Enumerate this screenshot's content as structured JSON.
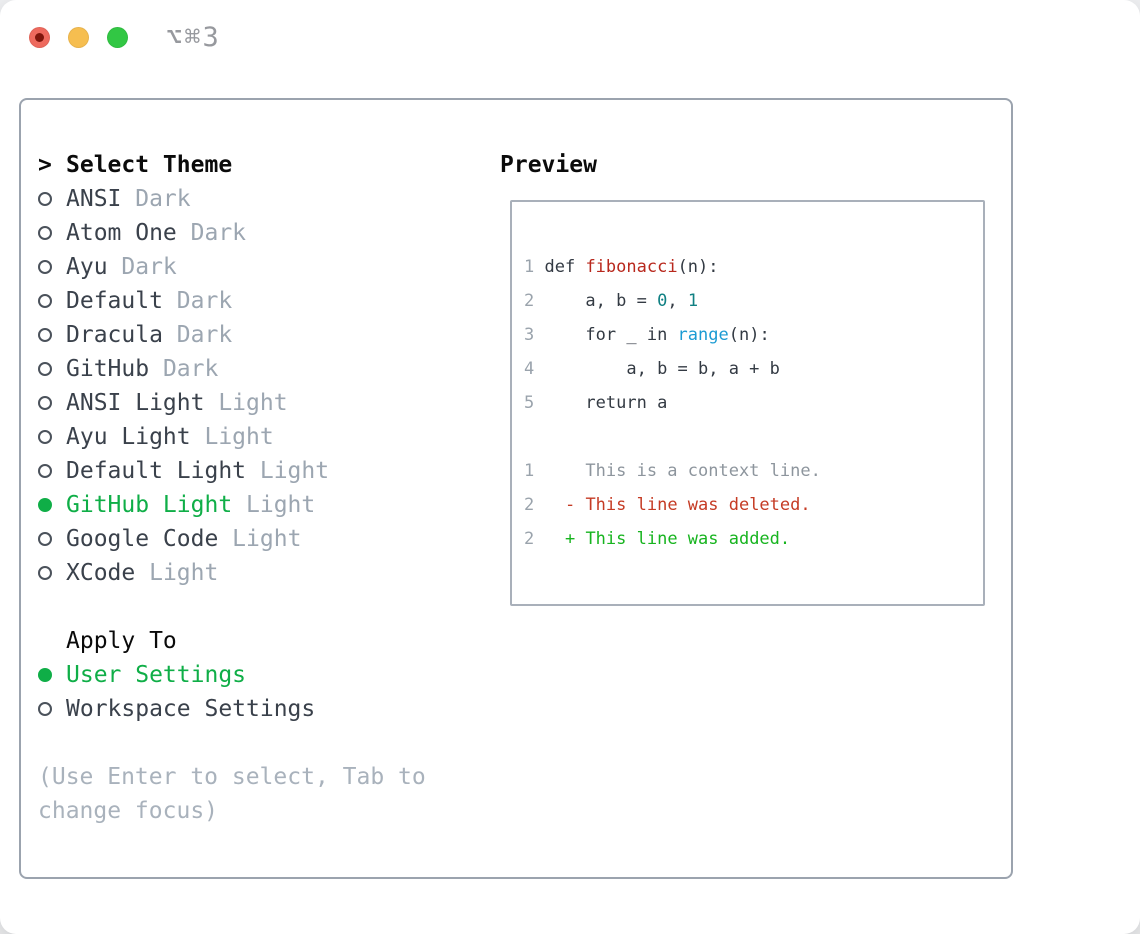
{
  "window": {
    "title": "⌥⌘3",
    "traffic_lights": [
      "close",
      "minimize",
      "zoom"
    ]
  },
  "colors": {
    "accent_green": "#0fae47",
    "item_name": "#3a414b",
    "item_tag": "#9ca6b1",
    "help_text": "#a9b2bc",
    "line_number": "#9aa3ac",
    "plain": "#333a43",
    "function_name": "#b8281d",
    "number_literal": "#108083",
    "builtin": "#1b9bd3",
    "context": "#8d959d",
    "deleted": "#c53b24",
    "added": "#17b41f",
    "panel_border": "#9ba3ae",
    "preview_border": "#a9b0ba",
    "light_red": "#ee6a5e",
    "light_yellow": "#f6be50",
    "light_green": "#32c744"
  },
  "theme_panel": {
    "header_prefix": ">",
    "header": "Select Theme",
    "items": [
      {
        "name": "ANSI",
        "tag": "Dark",
        "selected": false
      },
      {
        "name": "Atom One",
        "tag": "Dark",
        "selected": false
      },
      {
        "name": "Ayu",
        "tag": "Dark",
        "selected": false
      },
      {
        "name": "Default",
        "tag": "Dark",
        "selected": false
      },
      {
        "name": "Dracula",
        "tag": "Dark",
        "selected": false
      },
      {
        "name": "GitHub",
        "tag": "Dark",
        "selected": false
      },
      {
        "name": "ANSI Light",
        "tag": "Light",
        "selected": false
      },
      {
        "name": "Ayu Light",
        "tag": "Light",
        "selected": false
      },
      {
        "name": "Default Light",
        "tag": "Light",
        "selected": false
      },
      {
        "name": "GitHub Light",
        "tag": "Light",
        "selected": true
      },
      {
        "name": "Google Code",
        "tag": "Light",
        "selected": false
      },
      {
        "name": "XCode",
        "tag": "Light",
        "selected": false
      }
    ]
  },
  "apply_to": {
    "header": "Apply To",
    "items": [
      {
        "label": "User Settings",
        "selected": true
      },
      {
        "label": "Workspace Settings",
        "selected": false
      }
    ]
  },
  "help": {
    "line1": "(Use Enter to select, Tab to",
    "line2": "change focus)"
  },
  "preview": {
    "header": "Preview",
    "lines": [
      {
        "segments": [
          [
            "1 ",
            "line_number"
          ],
          [
            "def ",
            "plain"
          ],
          [
            "fibonacci",
            "function_name"
          ],
          [
            "(n):",
            "plain"
          ]
        ]
      },
      {
        "segments": [
          [
            "2 ",
            "line_number"
          ],
          [
            "    a, b = ",
            "plain"
          ],
          [
            "0",
            "number_literal"
          ],
          [
            ", ",
            "plain"
          ],
          [
            "1",
            "number_literal"
          ]
        ]
      },
      {
        "segments": [
          [
            "3 ",
            "line_number"
          ],
          [
            "    for _ in ",
            "plain"
          ],
          [
            "range",
            "builtin"
          ],
          [
            "(n):",
            "plain"
          ]
        ]
      },
      {
        "segments": [
          [
            "4 ",
            "line_number"
          ],
          [
            "        a, b = b, a + b",
            "plain"
          ]
        ]
      },
      {
        "segments": [
          [
            "5 ",
            "line_number"
          ],
          [
            "    return a",
            "plain"
          ]
        ]
      },
      {
        "segments": [
          [
            "",
            "plain"
          ]
        ]
      },
      {
        "segments": [
          [
            "1",
            "line_number"
          ],
          [
            "     This is a context line.",
            "context"
          ]
        ]
      },
      {
        "segments": [
          [
            "2",
            "line_number"
          ],
          [
            "   ",
            "plain"
          ],
          [
            "- This line was deleted.",
            "deleted"
          ]
        ]
      },
      {
        "segments": [
          [
            "2",
            "line_number"
          ],
          [
            "   ",
            "plain"
          ],
          [
            "+ This line was added.",
            "added"
          ]
        ]
      }
    ]
  }
}
